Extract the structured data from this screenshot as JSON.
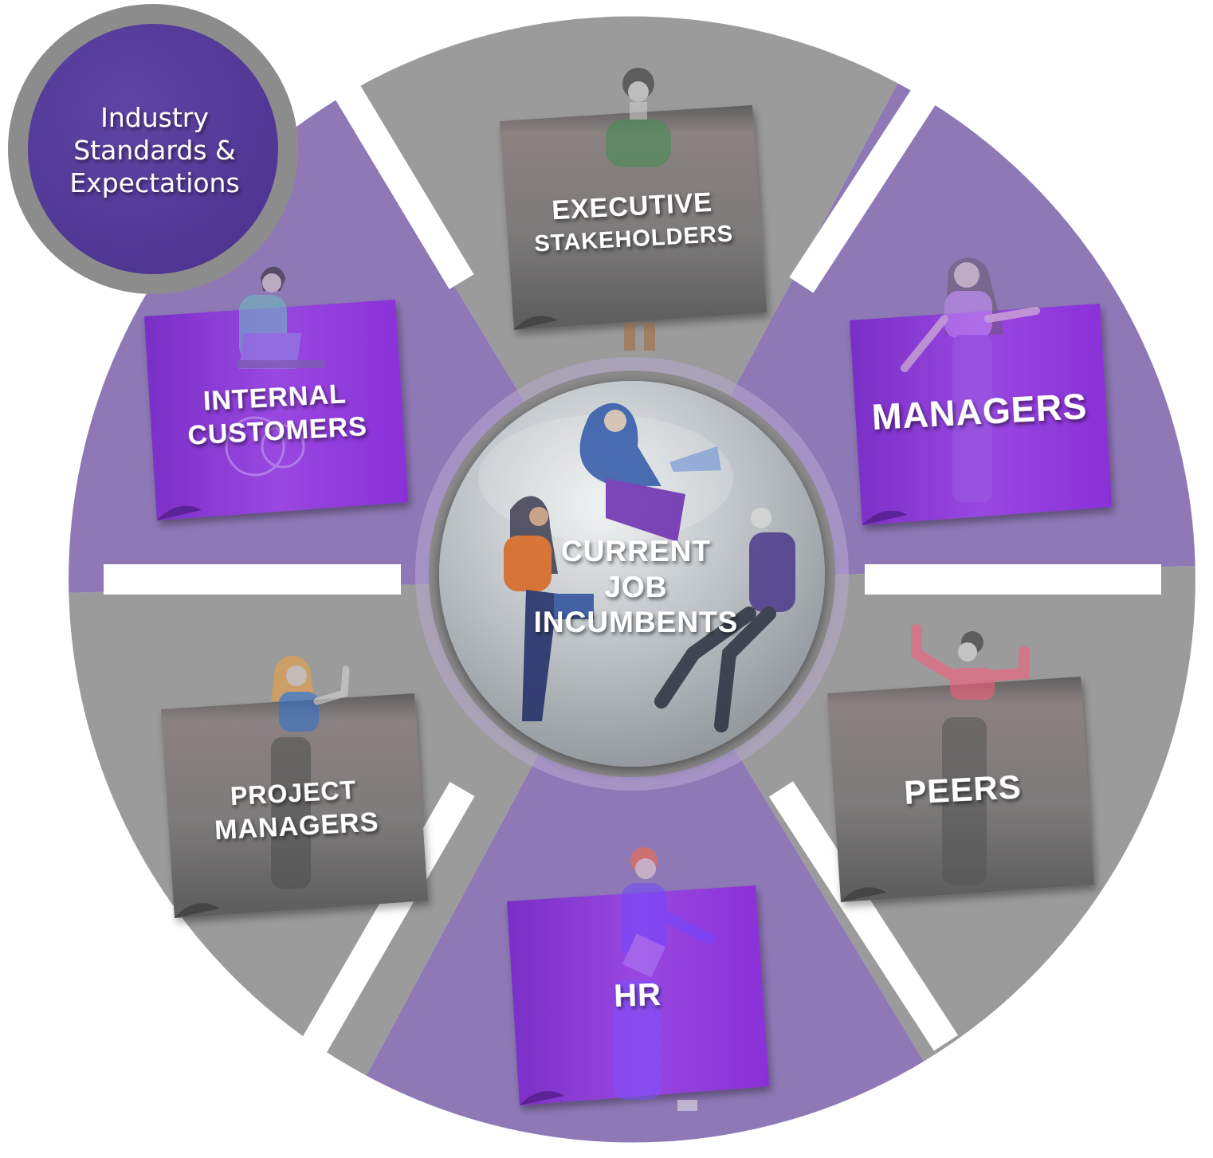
{
  "colors": {
    "purple_segment": "#8e79b6",
    "gray_segment": "#9b9b9b",
    "card_purple": "#8a35d6",
    "card_gray": "#6a6a6a",
    "badge_fill": "#553d9a",
    "badge_ring": "#8c8c8c",
    "hub_fill": "#c9ced3"
  },
  "badge": {
    "line1": "Industry",
    "line2": "Standards &",
    "line3": "Expectations"
  },
  "center": {
    "line1": "CURRENT",
    "line2": "JOB",
    "line3": "INCUMBENTS"
  },
  "segments": {
    "executive": {
      "line1": "EXECUTIVE",
      "line2": "STAKEHOLDERS"
    },
    "managers": {
      "line1": "MANAGERS"
    },
    "peers": {
      "line1": "PEERS"
    },
    "hr": {
      "line1": "HR"
    },
    "project_managers": {
      "line1": "PROJECT",
      "line2": "MANAGERS"
    },
    "internal_customers": {
      "line1": "INTERNAL",
      "line2": "CUSTOMERS"
    }
  }
}
